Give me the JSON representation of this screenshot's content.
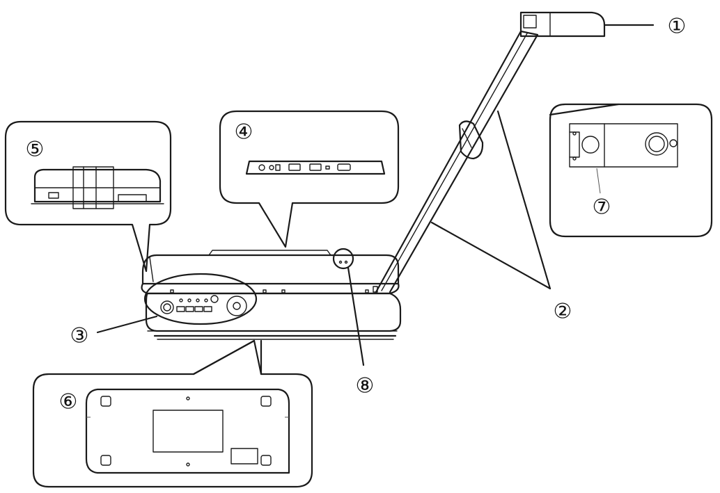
{
  "labels": {
    "l1": "①",
    "l2": "②",
    "l3": "③",
    "l4": "④",
    "l5": "⑤",
    "l6": "⑥",
    "l7": "⑦",
    "l8": "⑧"
  },
  "colors": {
    "line": "#1a1a1a",
    "background": "#ffffff"
  }
}
